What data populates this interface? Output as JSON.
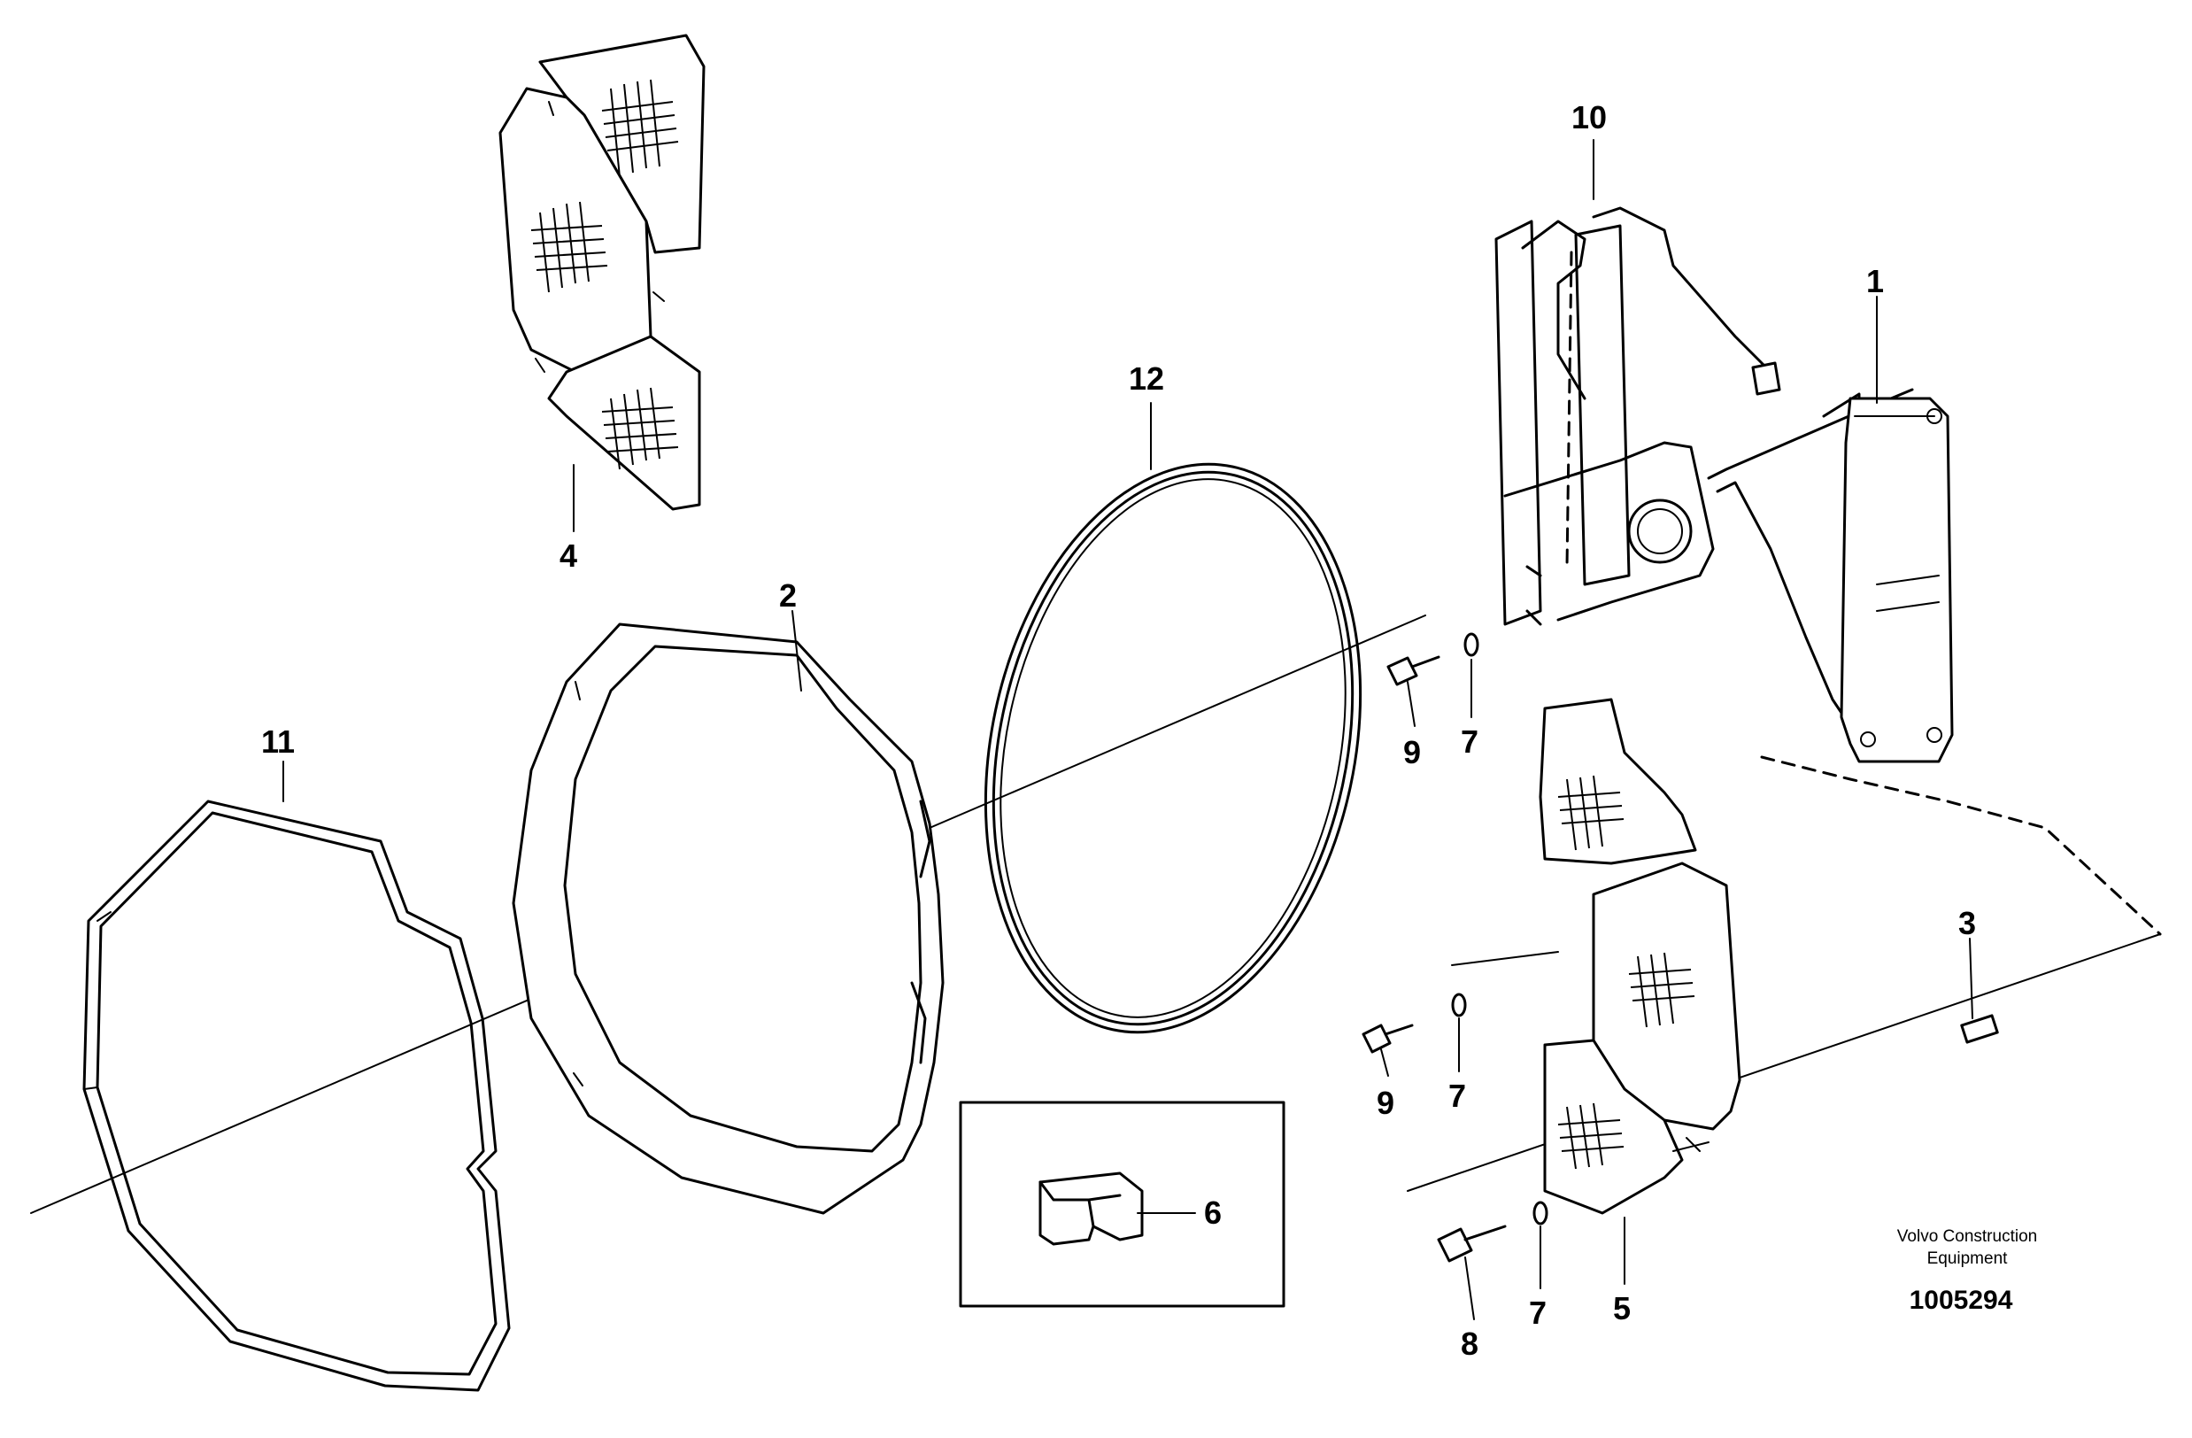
{
  "diagram": {
    "callouts": [
      {
        "id": "1",
        "text": "1"
      },
      {
        "id": "2",
        "text": "2"
      },
      {
        "id": "3",
        "text": "3"
      },
      {
        "id": "4",
        "text": "4"
      },
      {
        "id": "5",
        "text": "5"
      },
      {
        "id": "6",
        "text": "6"
      },
      {
        "id": "7a",
        "text": "7"
      },
      {
        "id": "7b",
        "text": "7"
      },
      {
        "id": "7c",
        "text": "7"
      },
      {
        "id": "8",
        "text": "8"
      },
      {
        "id": "9a",
        "text": "9"
      },
      {
        "id": "9b",
        "text": "9"
      },
      {
        "id": "10",
        "text": "10"
      },
      {
        "id": "11",
        "text": "11"
      },
      {
        "id": "12",
        "text": "12"
      }
    ],
    "brand_line1": "Volvo Construction",
    "brand_line2": "Equipment",
    "document_number": "1005294"
  }
}
